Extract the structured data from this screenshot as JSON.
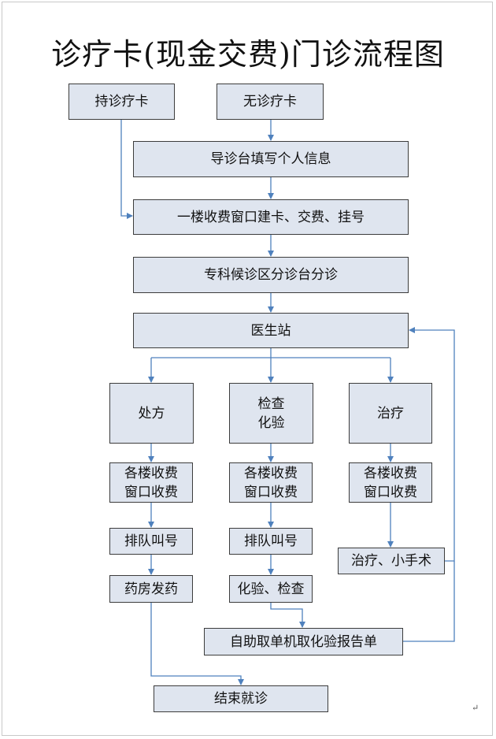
{
  "title": "诊疗卡(现金交费)门诊流程图",
  "nodes": {
    "has_card": "持诊疗卡",
    "no_card": "无诊疗卡",
    "guide_desk": "导诊台填写个人信息",
    "first_floor": "一楼收费窗口建卡、交费、挂号",
    "triage": "专科候诊区分诊台分诊",
    "doctor": "医生站",
    "prescription": "处方",
    "lab_test": "检查\n化验",
    "treatment": "治疗",
    "pay_1": "各楼收费\n窗口收费",
    "pay_2": "各楼收费\n窗口收费",
    "pay_3": "各楼收费\n窗口收费",
    "queue_1": "排队叫号",
    "queue_2": "排队叫号",
    "surgery": "治疗、小手术",
    "pharmacy": "药房发药",
    "lab_check": "化验、检查",
    "self_service": "自助取单机取化验报告单",
    "end": "结束就诊"
  },
  "colors": {
    "box_fill": "#dfe5ef",
    "box_border": "#3c3c3c",
    "arrow": "#4f81bd"
  }
}
